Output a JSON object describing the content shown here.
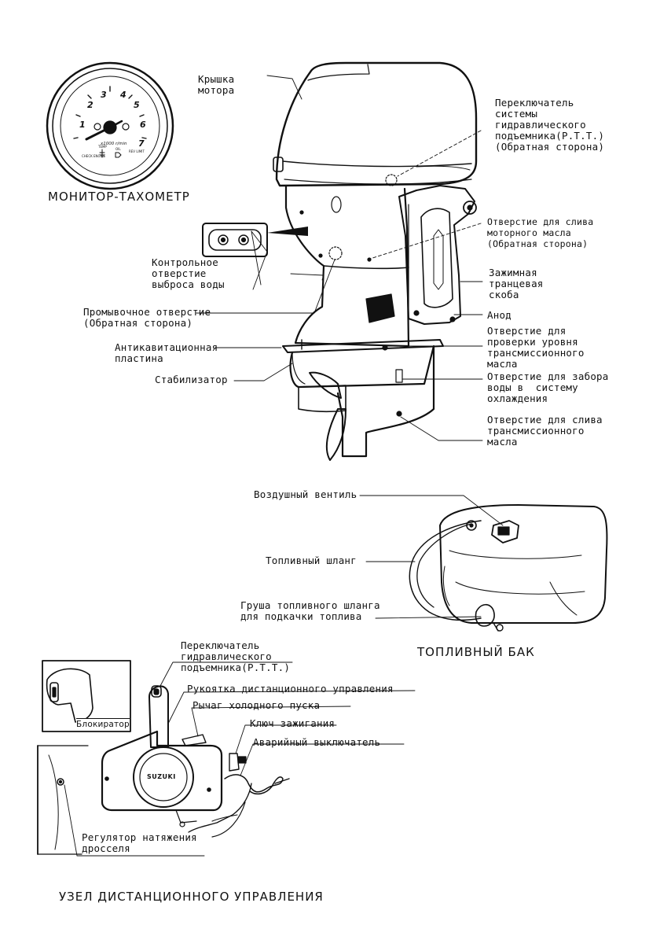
{
  "titles": {
    "tachometer": "МОНИТОР-ТАХОМЕТР",
    "fuel_tank": "ТОПЛИВНЫЙ БАК",
    "remote_control": "УЗЕЛ ДИСТАНЦИОННОГО УПРАВЛЕНИЯ"
  },
  "tachometer": {
    "dial_numbers": [
      "1",
      "2",
      "3",
      "4",
      "5",
      "6",
      "7"
    ],
    "unit": "x1000 r/min",
    "indicators": [
      "CHECK ENGINE",
      "TEMP",
      "OIL",
      "REV LIMIT"
    ]
  },
  "motor_labels": {
    "cover": "Крышка\nмотора",
    "ptt_switch": "Переключатель\nсистемы\nгидравлического\nподъемника(P.T.T.)\n(Обратная сторона)",
    "oil_drain": "Отверстие для слива\nмоторного масла\n(Обратная сторона)",
    "water_check": "Контрольное\nотверстие\nвыброса воды",
    "clamp_bracket": "Зажимная\nтранцевая\nскоба",
    "flush_port": "Промывочное отверстие\n(Обратная сторона)",
    "anode": "Анод",
    "anti_cavitation": "Антикавитационная\nпластина",
    "gear_oil_level": "Отверстие для\nпроверки уровня\nтрансмиссионного\nмасла",
    "trim_tab": "Стабилизатор",
    "water_intake": "Отверстие для забора\nводы в  систему\nохлаждения",
    "gear_oil_drain": "Отверстие для слива\nтрансмиссионного\nмасла"
  },
  "tank_labels": {
    "air_vent": "Воздушный вентиль",
    "fuel_hose": "Топливный шланг",
    "primer_bulb": "Груша топливного шланга\nдля подкачки топлива"
  },
  "remote_labels": {
    "ptt_switch": "Переключатель\nгидравлического\nподъемника(P.T.T.)",
    "handle": "Рукоятка дистанционного управления",
    "choke_lever": "Рычаг холодного пуска",
    "ignition_key": "Ключ зажигания",
    "emergency_switch": "Аварийный выключатель",
    "throttle_tension": "Регулятор натяжения\nдросселя",
    "lock": "Блокиратор",
    "brand": "SUZUKI"
  }
}
